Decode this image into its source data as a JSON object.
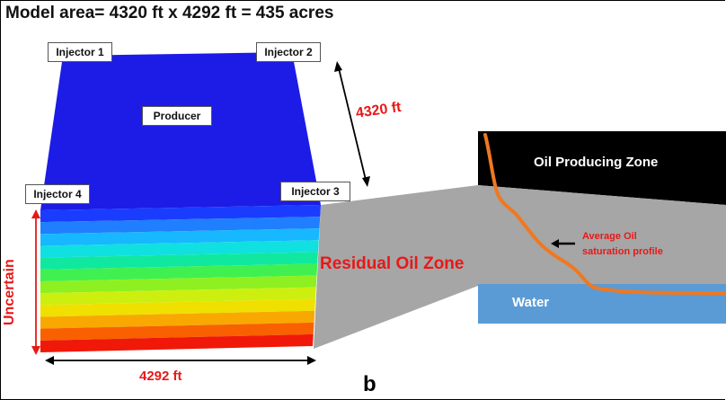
{
  "title": "Model area= 4320 ft x 4292 ft = 435 acres",
  "wells": {
    "injector1": "Injector 1",
    "injector2": "Injector 2",
    "injector3": "Injector 3",
    "injector4": "Injector 4",
    "producer": "Producer"
  },
  "dimensions": {
    "length_label": "4320 ft",
    "width_label": "4292 ft",
    "uncertain_label": "Uncertain"
  },
  "zones": {
    "residual_oil_zone": "Residual Oil Zone",
    "oil_producing_zone": "Oil Producing Zone",
    "water": "Water",
    "profile_label_line1": "Average Oil",
    "profile_label_line2": "saturation profile"
  },
  "panel_letter": "b",
  "colors": {
    "top_face": "#1c1ce6",
    "red_text": "#e81818",
    "oil_zone": "#000000",
    "residual_zone": "#a6a6a6",
    "water": "#5b9bd5",
    "profile_curve": "#f07820",
    "layers": [
      "#1a3cff",
      "#1f7fff",
      "#17b8ff",
      "#10e0e0",
      "#10e8a0",
      "#40f050",
      "#8ef020",
      "#cdef10",
      "#f0e000",
      "#f8a800",
      "#f86000",
      "#f01808"
    ]
  }
}
